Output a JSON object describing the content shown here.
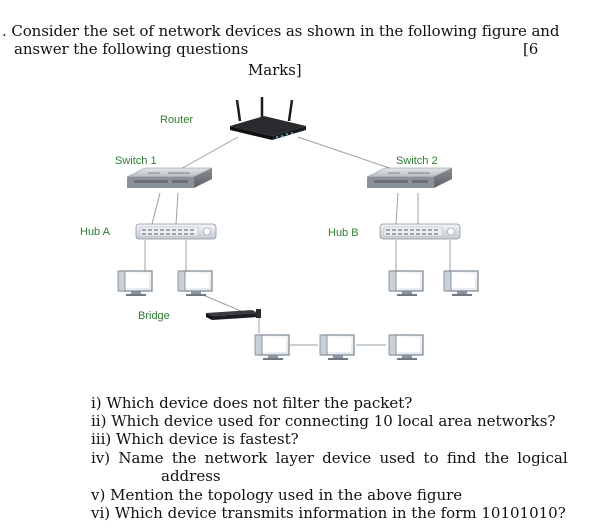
{
  "question": {
    "intro_line1": ". Consider the set of network devices as shown in the following figure and",
    "intro_line2": "answer the following questions",
    "marks_open": "[6",
    "marks_close": "Marks]"
  },
  "diagram": {
    "labels": {
      "router": "Router",
      "switch1": "Switch 1",
      "switch2": "Switch 2",
      "hub_a": "Hub A",
      "hub_b": "Hub B",
      "bridge": "Bridge"
    },
    "label_color": "#2e7d32"
  },
  "subquestions": [
    "i) Which device does not filter the packet?",
    "ii) Which device used for connecting 10 local area networks?",
    "iii) Which device is fastest?",
    "iv) Name the network layer device used to find the logical",
    "address",
    "v)  Mention the topology used in the above figure",
    "vi) Which device transmits information in the form 10101010?"
  ]
}
